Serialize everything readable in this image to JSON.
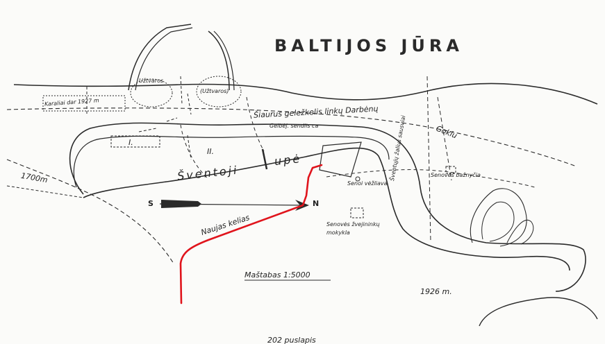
{
  "map": {
    "title": "BALTIJOS JŪRA",
    "labels": {
      "river_left": "Šventoji",
      "river_right": "upė",
      "road_north": "Šiaurus geležkelis linkų Darbėnų",
      "road_north_end": "Goklu",
      "rescue_station": "Gelbėj. sendlis ca",
      "zone_one": "I.",
      "zone_two": "II.",
      "lake_left": "Užtvaros",
      "lake_right": "(Užtvaros)",
      "harbour_label": "Karaliai dar 1927 m",
      "distance": "1700m",
      "compass_s": "S",
      "compass_n": "N",
      "new_road": "Naujas kelias",
      "scale": "Maštabas 1:5000",
      "old_tavern": "Senoi vėžliava",
      "old_school": "Senovės žvejininkų mokykla",
      "chapel_north": "Senovės bažnyčia",
      "forest_road": "Šventųjų žalius sausviai",
      "year": "1926 m.",
      "page_number": "202 puslapis"
    },
    "colors": {
      "ink": "#2a2a2a",
      "new_road": "#e0141c",
      "paper": "#fbfbf9"
    }
  }
}
